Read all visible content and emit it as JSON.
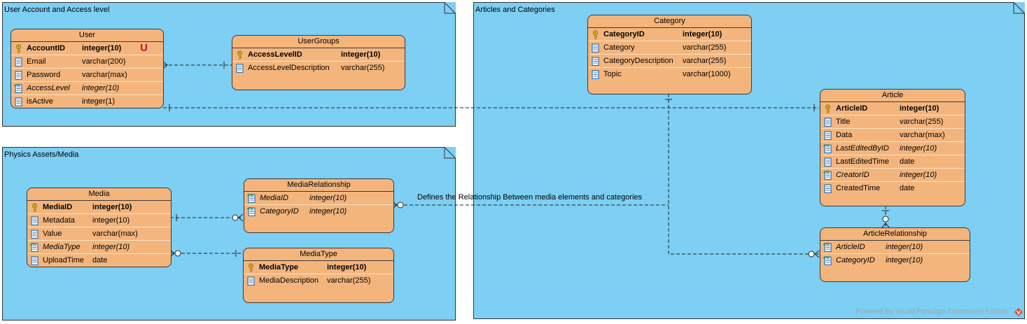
{
  "packages": [
    {
      "title": "User Account and Access level"
    },
    {
      "title": "Physics Assets/Media"
    },
    {
      "title": "Articles and Categories"
    }
  ],
  "entities": {
    "user": {
      "name": "User",
      "unique_marker": "U",
      "columns": [
        {
          "name": "AccountID",
          "type": "integer(10)",
          "key": "pk"
        },
        {
          "name": "Email",
          "type": "varchar(200)",
          "key": "none"
        },
        {
          "name": "Password",
          "type": "varchar(max)",
          "key": "none"
        },
        {
          "name": "AccessLevel",
          "type": "integer(10)",
          "key": "fk"
        },
        {
          "name": "isActive",
          "type": "integer(1)",
          "key": "none"
        }
      ]
    },
    "usergroups": {
      "name": "UserGroups",
      "columns": [
        {
          "name": "AccessLevelID",
          "type": "integer(10)",
          "key": "pk"
        },
        {
          "name": "AccessLevelDescription",
          "type": "varchar(255)",
          "key": "none"
        }
      ]
    },
    "media": {
      "name": "Media",
      "columns": [
        {
          "name": "MediaID",
          "type": "integer(10)",
          "key": "pk"
        },
        {
          "name": "Metadata",
          "type": "integer(10)",
          "key": "none"
        },
        {
          "name": "Value",
          "type": "varchar(max)",
          "key": "none"
        },
        {
          "name": "MediaType",
          "type": "integer(10)",
          "key": "fk"
        },
        {
          "name": "UploadTime",
          "type": "date",
          "key": "none"
        }
      ]
    },
    "mediarelationship": {
      "name": "MediaRelationship",
      "columns": [
        {
          "name": "MediaID",
          "type": "integer(10)",
          "key": "fk"
        },
        {
          "name": "CategoryID",
          "type": "integer(10)",
          "key": "fk"
        }
      ]
    },
    "mediatype": {
      "name": "MediaType",
      "columns": [
        {
          "name": "MediaType",
          "type": "integer(10)",
          "key": "pk"
        },
        {
          "name": "MediaDescription",
          "type": "varchar(255)",
          "key": "none"
        }
      ]
    },
    "category": {
      "name": "Category",
      "columns": [
        {
          "name": "CategoryID",
          "type": "integer(10)",
          "key": "pk"
        },
        {
          "name": "Category",
          "type": "varchar(255)",
          "key": "none"
        },
        {
          "name": "CategoryDescription",
          "type": "varchar(255)",
          "key": "none"
        },
        {
          "name": "Topic",
          "type": "varchar(1000)",
          "key": "none"
        }
      ]
    },
    "article": {
      "name": "Article",
      "columns": [
        {
          "name": "ArticleID",
          "type": "integer(10)",
          "key": "pk"
        },
        {
          "name": "Title",
          "type": "varchar(255)",
          "key": "none"
        },
        {
          "name": "Data",
          "type": "varchar(max)",
          "key": "none"
        },
        {
          "name": "LastEditedByID",
          "type": "integer(10)",
          "key": "fk"
        },
        {
          "name": "LastEditedTime",
          "type": "date",
          "key": "none"
        },
        {
          "name": "CreatorID",
          "type": "integer(10)",
          "key": "fk"
        },
        {
          "name": "CreatedTime",
          "type": "date",
          "key": "none"
        }
      ]
    },
    "articlerelationship": {
      "name": "ArticleRelationship",
      "columns": [
        {
          "name": "ArticleID",
          "type": "integer(10)",
          "key": "fk"
        },
        {
          "name": "CategoryID",
          "type": "integer(10)",
          "key": "fk"
        }
      ]
    }
  },
  "relationship_label": "Defines the Relationship Between media elements and categories",
  "watermark": "Powered By˙Visual Paradigm Community Edition",
  "colors": {
    "package": "#7dcff3",
    "entity": "#f4b57d",
    "pk_key": "#d4a017",
    "column_icon": "#2c6fb5",
    "fk_icon": "#2e8b57",
    "line": "#222222"
  }
}
